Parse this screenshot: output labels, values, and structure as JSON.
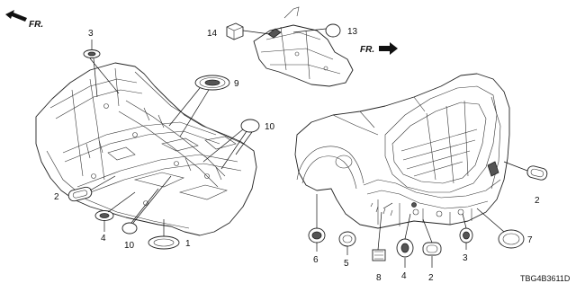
{
  "diagram": {
    "fr_left": "FR.",
    "fr_right": "FR.",
    "diagram_code": "TBG4B3611D",
    "callouts": {
      "c3_top": "3",
      "c14": "14",
      "c13": "13",
      "c9": "9",
      "c10_top": "10",
      "c2_left": "2",
      "c4_left": "4",
      "c10_bottom": "10",
      "c1": "1",
      "c6": "6",
      "c5": "5",
      "c8": "8",
      "c4_right": "4",
      "c2_bottom": "2",
      "c3_right": "3",
      "c7": "7",
      "c2_right": "2"
    }
  }
}
